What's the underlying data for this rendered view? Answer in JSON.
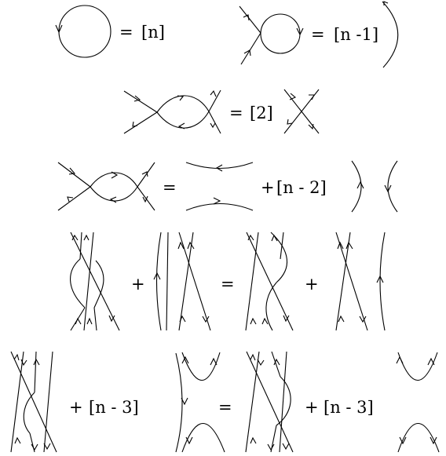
{
  "relations": [
    {
      "id": "circle-removal",
      "labels": {
        "eq": "=",
        "coef": "[n]"
      }
    },
    {
      "id": "curl-removal",
      "labels": {
        "eq": "=",
        "coef": "[n -1]"
      }
    },
    {
      "id": "digon-removal",
      "labels": {
        "eq": "=",
        "coef": "[2]"
      }
    },
    {
      "id": "square-removal",
      "labels": {
        "eq": "=",
        "plus": "+",
        "coef": "[n - 2]"
      }
    },
    {
      "id": "square-switch",
      "labels": {
        "plus1": "+",
        "eq": "=",
        "plus2": "+"
      }
    },
    {
      "id": "square-switch-2",
      "labels": {
        "plus1": "+",
        "coef1": "[n - 3]",
        "eq": "=",
        "plus2": "+",
        "coef2": "[n - 3]"
      }
    }
  ]
}
